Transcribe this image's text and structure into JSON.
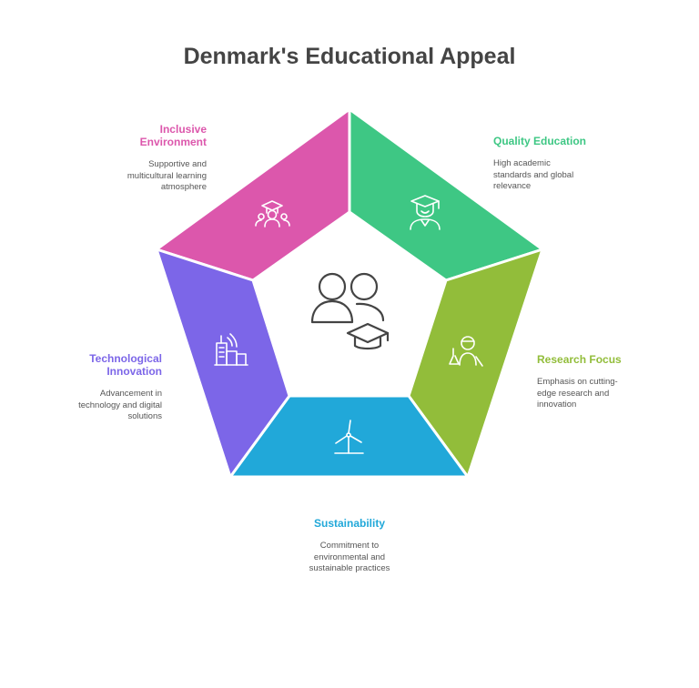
{
  "title": "Denmark's Educational Appeal",
  "colors": {
    "inclusive": "#dc57ac",
    "quality": "#3ec784",
    "research": "#92bd3a",
    "sustainability": "#21a8d9",
    "technology": "#7c66e8"
  },
  "segments": [
    {
      "key": "quality",
      "title": "Quality Education",
      "description": [
        "High academic",
        "standards and global",
        "relevance"
      ],
      "icon": "graduate-icon"
    },
    {
      "key": "research",
      "title": "Research Focus",
      "description": [
        "Emphasis on cutting-",
        "edge research and",
        "innovation"
      ],
      "icon": "scientist-icon"
    },
    {
      "key": "sustainability",
      "title": "Sustainability",
      "description": [
        "Commitment to",
        "environmental and",
        "sustainable practices"
      ],
      "icon": "wind-turbine-icon"
    },
    {
      "key": "technology",
      "title": "Technological Innovation",
      "description": [
        "Advancement in",
        "technology and digital",
        "solutions"
      ],
      "icon": "smart-building-icon"
    },
    {
      "key": "inclusive",
      "title": "Inclusive Environment",
      "description": [
        "Supportive and",
        "multicultural learning",
        "atmosphere"
      ],
      "icon": "diverse-students-icon"
    }
  ],
  "center_icon": "students-graduation-icon"
}
